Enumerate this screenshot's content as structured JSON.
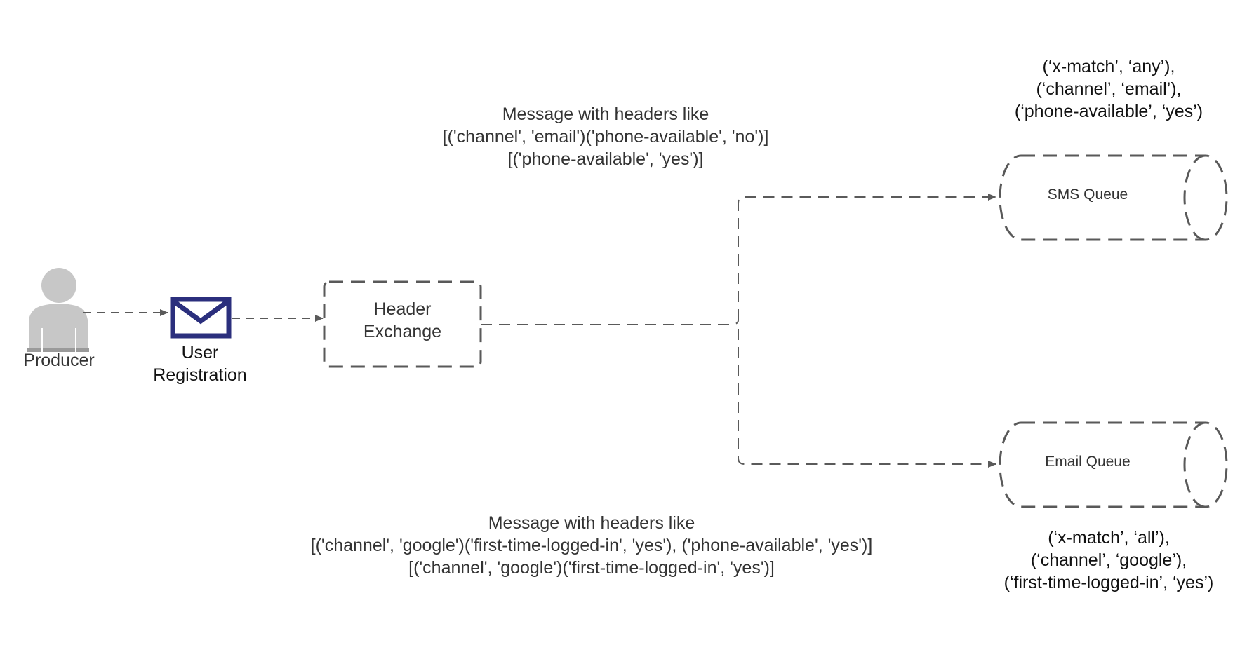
{
  "nodes": {
    "producer": {
      "label": "Producer",
      "icon": "person-icon",
      "color": "#c7c7c7"
    },
    "message": {
      "label_line1": "User",
      "label_line2": "Registration",
      "icon": "envelope-icon",
      "color": "#2b2f7d"
    },
    "exchange": {
      "label_line1": "Header",
      "label_line2": "Exchange"
    },
    "sms_queue": {
      "label": "SMS Queue"
    },
    "email_queue": {
      "label": "Email Queue"
    }
  },
  "annotations": {
    "sms_message": {
      "line1": "Message with headers like",
      "line2": "[('channel', 'email')('phone-available', 'no')]",
      "line3": "[('phone-available', 'yes')]"
    },
    "email_message": {
      "line1": "Message with headers like",
      "line2": "[('channel', 'google')('first-time-logged-in', 'yes'), ('phone-available', 'yes')]",
      "line3": "[('channel', 'google')('first-time-logged-in', 'yes')]"
    },
    "sms_binding": {
      "line1": "(‘x-match’, ‘any’),",
      "line2": "(‘channel’, ‘email’),",
      "line3": "(‘phone-available’, ‘yes’)"
    },
    "email_binding": {
      "line1": "(‘x-match’, ‘all’),",
      "line2": "(‘channel’, ‘google’),",
      "line3": "(‘first-time-logged-in’, ‘yes’)"
    }
  },
  "colors": {
    "line": "#5a5a5a",
    "shape_stroke": "#595959",
    "envelope": "#2b2f7d",
    "person": "#c7c7c7"
  }
}
